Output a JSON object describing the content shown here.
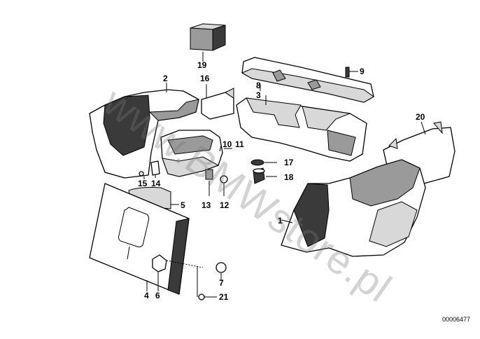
{
  "diagram_id": "00006477",
  "watermark": "www.BMWstore.pl",
  "part_numbers": {
    "p1": "1",
    "p2": "2",
    "p3": "3",
    "p4": "4",
    "p5": "5",
    "p6": "6",
    "p7": "7",
    "p8": "8",
    "p9": "9",
    "p10": "10",
    "p11": "11",
    "p12": "12",
    "p13": "13",
    "p14": "14",
    "p15": "15",
    "p16": "16",
    "p17": "17",
    "p18": "18",
    "p19": "19",
    "p20": "20",
    "p21": "21"
  }
}
